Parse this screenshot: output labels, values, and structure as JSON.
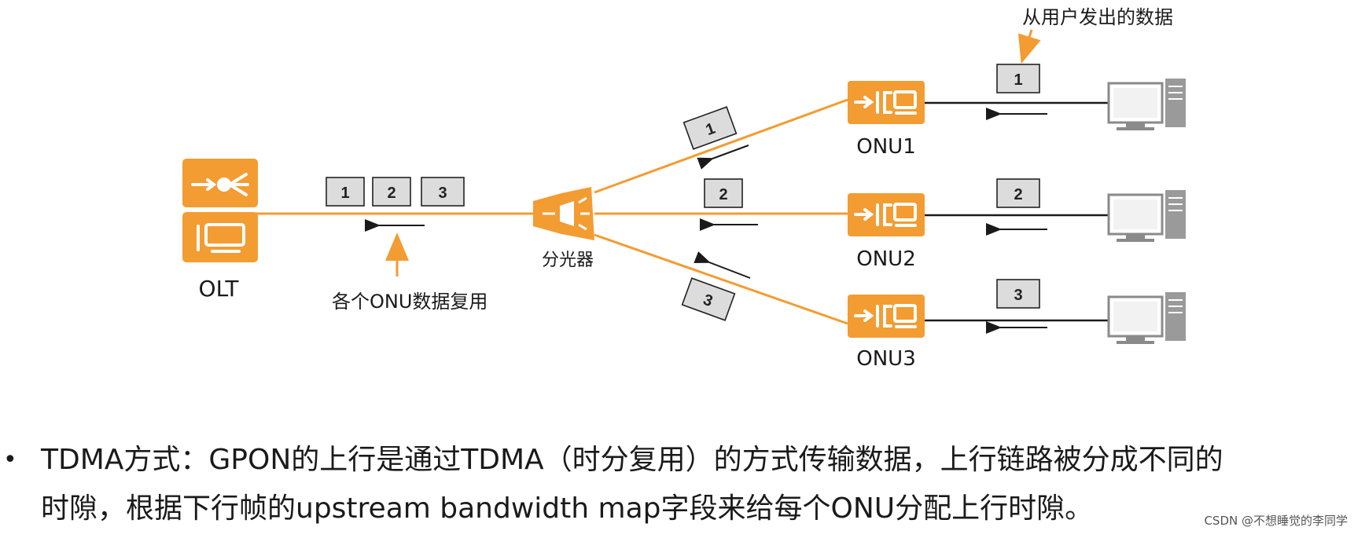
{
  "diagram": {
    "olt_label": "OLT",
    "splitter_label": "分光器",
    "mux_note": "各个ONU数据复用",
    "user_data_note": "从用户发出的数据",
    "onus": [
      {
        "label": "ONU1",
        "packet": "1",
        "fiber_packet": "1"
      },
      {
        "label": "ONU2",
        "packet": "2",
        "fiber_packet": "2"
      },
      {
        "label": "ONU3",
        "packet": "3",
        "fiber_packet": "3"
      }
    ],
    "trunk_packets": [
      "1",
      "2",
      "3"
    ],
    "colors": {
      "accent": "#F39C32",
      "line": "#1a1a1a",
      "packet_fill": "#dcdcdc"
    },
    "icons": [
      "olt-icon",
      "splitter-icon",
      "onu-icon",
      "computer-icon",
      "arrow-left-icon"
    ]
  },
  "caption": {
    "bullet": "•",
    "line1": "TDMA方式：GPON的上行是通过TDMA（时分复用）的方式传输数据，上行链路被分成不同的",
    "line2": "时隙，根据下行帧的upstream bandwidth map字段来给每个ONU分配上行时隙。"
  },
  "watermark": "CSDN @不想睡觉的李同学"
}
